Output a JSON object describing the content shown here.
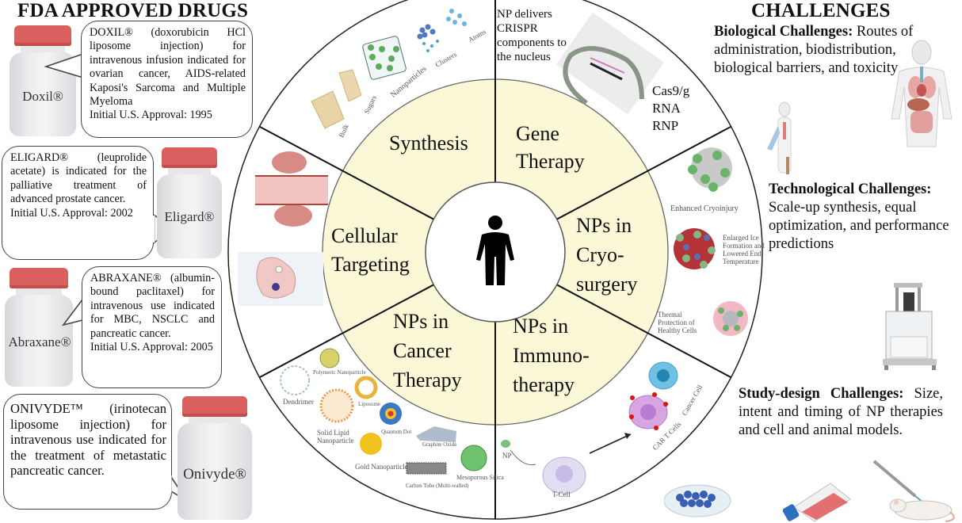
{
  "left_panel": {
    "title": "FDA APPROVED DRUGS",
    "drugs": [
      {
        "bottle_label": "Doxil®",
        "description": "DOXIL® (doxorubicin HCl liposome injection) for intravenous infusion indicated for ovarian cancer, AIDS-related Kaposi's Sarcoma and Multiple Myeloma",
        "approval": "Initial U.S. Approval: 1995"
      },
      {
        "bottle_label": "Eligard®",
        "description": "ELIGARD® (leuprolide acetate) is indicated for the palliative treatment of advanced prostate cancer.",
        "approval": "Initial U.S. Approval: 2002"
      },
      {
        "bottle_label": "Abraxane®",
        "description": "ABRAXANE® (albumin-bound paclitaxel) for intravenous use indicated for MBC, NSCLC and pancreatic cancer.",
        "approval": "Initial U.S. Approval: 2005"
      },
      {
        "bottle_label": "Onivyde®",
        "description": "ONIVYDE™ (irinotecan liposome injection) for intravenous use indicated for the treatment of metastatic pancreatic cancer.",
        "approval": ""
      }
    ]
  },
  "wheel": {
    "center_icon": "person-icon",
    "colors": {
      "ring": "#fbf8d8",
      "center": "#ffffff",
      "line": "#111111"
    },
    "sectors": [
      {
        "id": "synthesis",
        "label_lines": [
          "Synthesis"
        ]
      },
      {
        "id": "gene-therapy",
        "label_lines": [
          "Gene",
          "Therapy"
        ]
      },
      {
        "id": "cryosurgery",
        "label_lines": [
          "NPs in",
          "Cryo-",
          "surgery"
        ]
      },
      {
        "id": "immunotherapy",
        "label_lines": [
          "NPs in",
          "Immuno-",
          "therapy"
        ]
      },
      {
        "id": "cancer-therapy",
        "label_lines": [
          "NPs in",
          "Cancer",
          "Therapy"
        ]
      },
      {
        "id": "cellular-targeting",
        "label_lines": [
          "Cellular",
          "Targeting"
        ]
      }
    ],
    "outer_annotations": {
      "synthesis": [
        "Bulk",
        "Sugars",
        "Nanoparticles",
        "Clusters",
        "Atoms"
      ],
      "gene_therapy_note": [
        "NP delivers",
        "CRISPR",
        "components to",
        "the nucleus"
      ],
      "gene_therapy_cargo": [
        "Cas9/g",
        "RNA",
        "RNP"
      ],
      "cryosurgery": [
        "Enhanced Cryoinjury",
        "Enlarged Ice Formation and Lowered End Temperature",
        "Thermal Protection of Healthy Cells"
      ],
      "immunotherapy": [
        "NP",
        "T-Cell",
        "CAR T Cells",
        "Cancer Cell"
      ],
      "cancer_therapy": [
        "Polymeric Nanoparticle",
        "Dendrimer",
        "Liposome",
        "Solid Lipid Nanoparticle",
        "Quantum Dot",
        "Graphite Oxide",
        "Gold Nanoparticle",
        "Carbon Tube (Multi-walled)",
        "Mesoporous Silica"
      ]
    }
  },
  "right_panel": {
    "title": "CHALLENGES",
    "items": [
      {
        "heading": "Biological Challenges:",
        "text": "Routes of administration, biodistribution, biological barriers, and toxicity ."
      },
      {
        "heading": "Technological Challenges:",
        "text": "Scale-up synthesis, equal optimization, and performance predictions"
      },
      {
        "heading": "Study-design Challenges:",
        "text": "Size, intent and timing of NP therapies and cell and animal models."
      }
    ]
  }
}
